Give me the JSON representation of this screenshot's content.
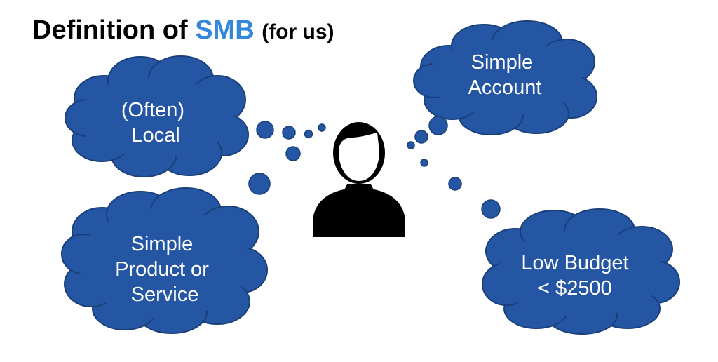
{
  "title": {
    "prefix": "Definition of ",
    "highlight": "SMB",
    "suffix": "(for us)"
  },
  "clouds": {
    "local": [
      "(Often)",
      "Local"
    ],
    "account": [
      "Simple",
      "Account"
    ],
    "product": [
      "Simple",
      "Product or",
      "Service"
    ],
    "budget": [
      "Low Budget",
      "< $2500"
    ]
  },
  "colors": {
    "cloud_fill": "#2456a4",
    "cloud_stroke": "#1a3f7a",
    "accent": "#3388dd",
    "person": "#000000"
  },
  "icons": {
    "center": "person-icon"
  }
}
